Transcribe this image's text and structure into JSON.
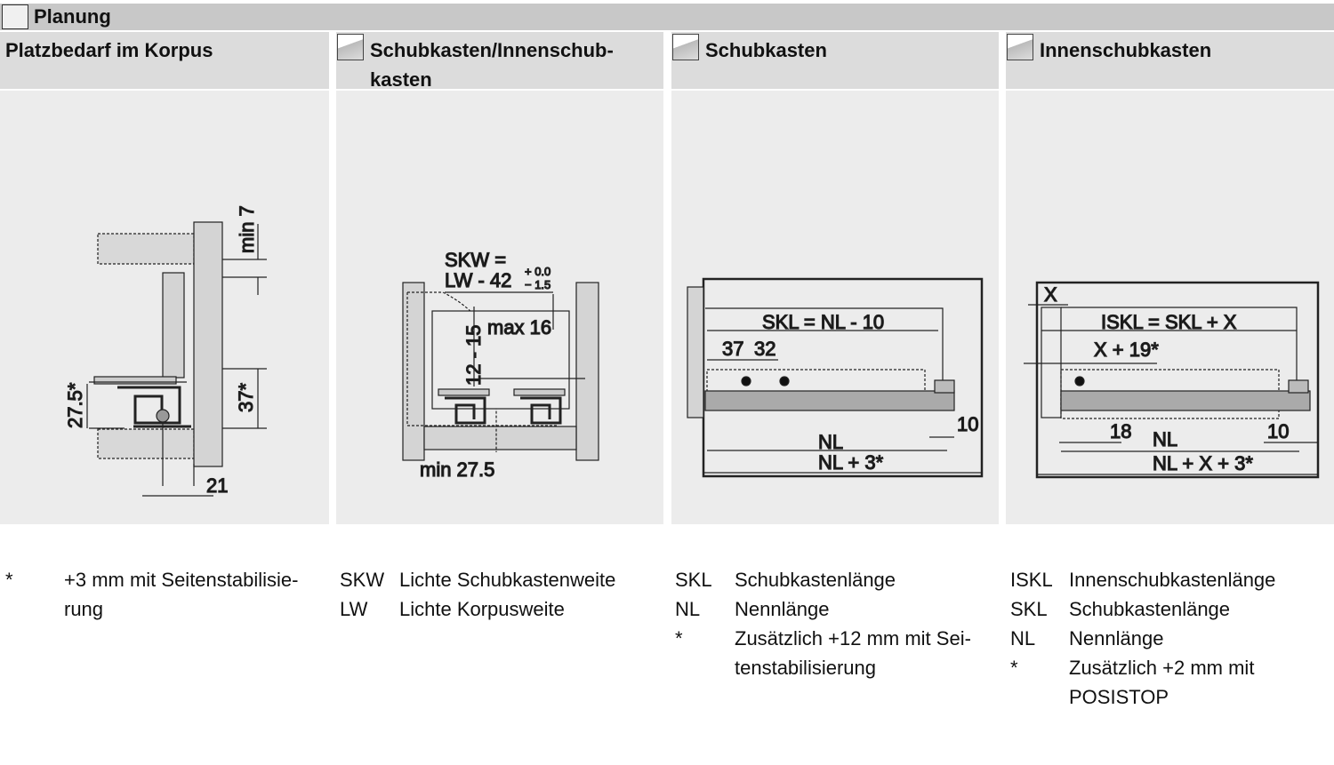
{
  "header": {
    "title": "Planung",
    "icon": "planning-icon"
  },
  "columns": [
    {
      "title": "Platzbedarf im Korpus",
      "labels": {
        "min7": "min 7",
        "d37": "37*",
        "d275": "27.5*",
        "d21": "21"
      },
      "legend": [
        {
          "abbr": "*",
          "text": "+3 mm mit Seitenstabilisie-"
        },
        {
          "abbr": "",
          "text": "rung"
        }
      ]
    },
    {
      "title_line1": "Schubkasten/Innenschub-",
      "title_line2": "kasten",
      "labels": {
        "skw": "SKW =",
        "lw": "LW - 42",
        "tol_plus": "+ 0.0",
        "tol_minus": "− 1.5",
        "max16": "max 16",
        "r1215": "12 - 15",
        "min275": "min 27.5"
      },
      "legend": [
        {
          "abbr": "SKW",
          "text": "Lichte Schubkastenweite"
        },
        {
          "abbr": "LW",
          "text": "Lichte Korpusweite"
        }
      ]
    },
    {
      "title": "Schubkasten",
      "labels": {
        "skl": "SKL = NL - 10",
        "d37": "37",
        "d32": "32",
        "nl": "NL",
        "nl3": "NL + 3*",
        "d10": "10"
      },
      "legend": [
        {
          "abbr": "SKL",
          "text": "Schubkastenlänge"
        },
        {
          "abbr": "NL",
          "text": "Nennlänge"
        },
        {
          "abbr": "*",
          "text": "Zusätzlich +12 mm mit Sei-"
        },
        {
          "abbr": "",
          "text": "tenstabilisierung"
        }
      ]
    },
    {
      "title": "Innenschubkasten",
      "labels": {
        "x": "X",
        "iskl": "ISKL = SKL + X",
        "x19": "X + 19*",
        "d18": "18",
        "nl": "NL",
        "d10": "10",
        "nlx3": "NL + X + 3*"
      },
      "legend": [
        {
          "abbr": "ISKL",
          "text": "Innenschubkastenlänge"
        },
        {
          "abbr": "SKL",
          "text": "Schubkastenlänge"
        },
        {
          "abbr": "NL",
          "text": "Nennlänge"
        },
        {
          "abbr": "*",
          "text": "Zusätzlich +2 mm mit"
        },
        {
          "abbr": "",
          "text": "POSISTOP"
        }
      ]
    }
  ]
}
